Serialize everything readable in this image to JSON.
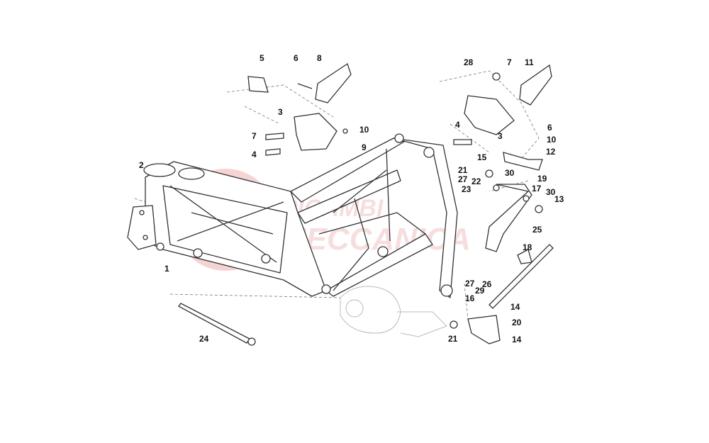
{
  "watermark": {
    "line1": "RICAMBI",
    "line2": "MECCANICA",
    "color": "#e8a0a0"
  },
  "callouts": [
    "5",
    "6",
    "8",
    "3",
    "7",
    "10",
    "4",
    "9",
    "2",
    "1",
    "24",
    "28",
    "7",
    "11",
    "4",
    "3",
    "6",
    "10",
    "12",
    "15",
    "21",
    "30",
    "27",
    "22",
    "23",
    "19",
    "17",
    "30",
    "13",
    "25",
    "18",
    "27",
    "26",
    "29",
    "16",
    "14",
    "20",
    "21",
    "14"
  ]
}
